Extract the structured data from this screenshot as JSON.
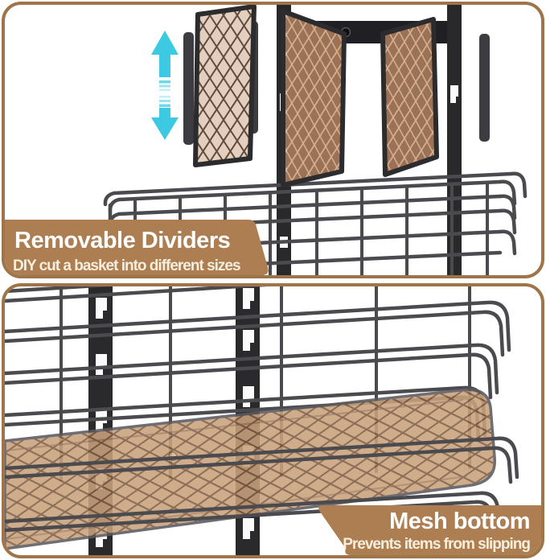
{
  "product_image": {
    "top_panel": {
      "banner": {
        "title": "Removable Dividers",
        "subtitle": "DIY cut a basket into different sizes"
      }
    },
    "bottom_panel": {
      "banner": {
        "title": "Mesh bottom",
        "subtitle": "Prevents items from slipping"
      }
    }
  },
  "icons": {
    "up_arrow": "up-arrow-icon",
    "down_arrow": "down-arrow-icon",
    "screw_hole": "screw-hole-icon"
  },
  "colors": {
    "background": "#ffffff",
    "panel_border": "#9e7448",
    "banner": "#ad7e52",
    "banner_text": "#ffffff",
    "banner_subtext": "#f7eedd",
    "arrow": "#3ec9e2",
    "metal_rail": "#29292c",
    "metal_bracket": "#202024",
    "wire_gray": "#4a4a4f",
    "mesh_light": "#e4cfbf",
    "mesh_dark": "#9c7257",
    "mesh_bottom": "#c9a17b"
  }
}
